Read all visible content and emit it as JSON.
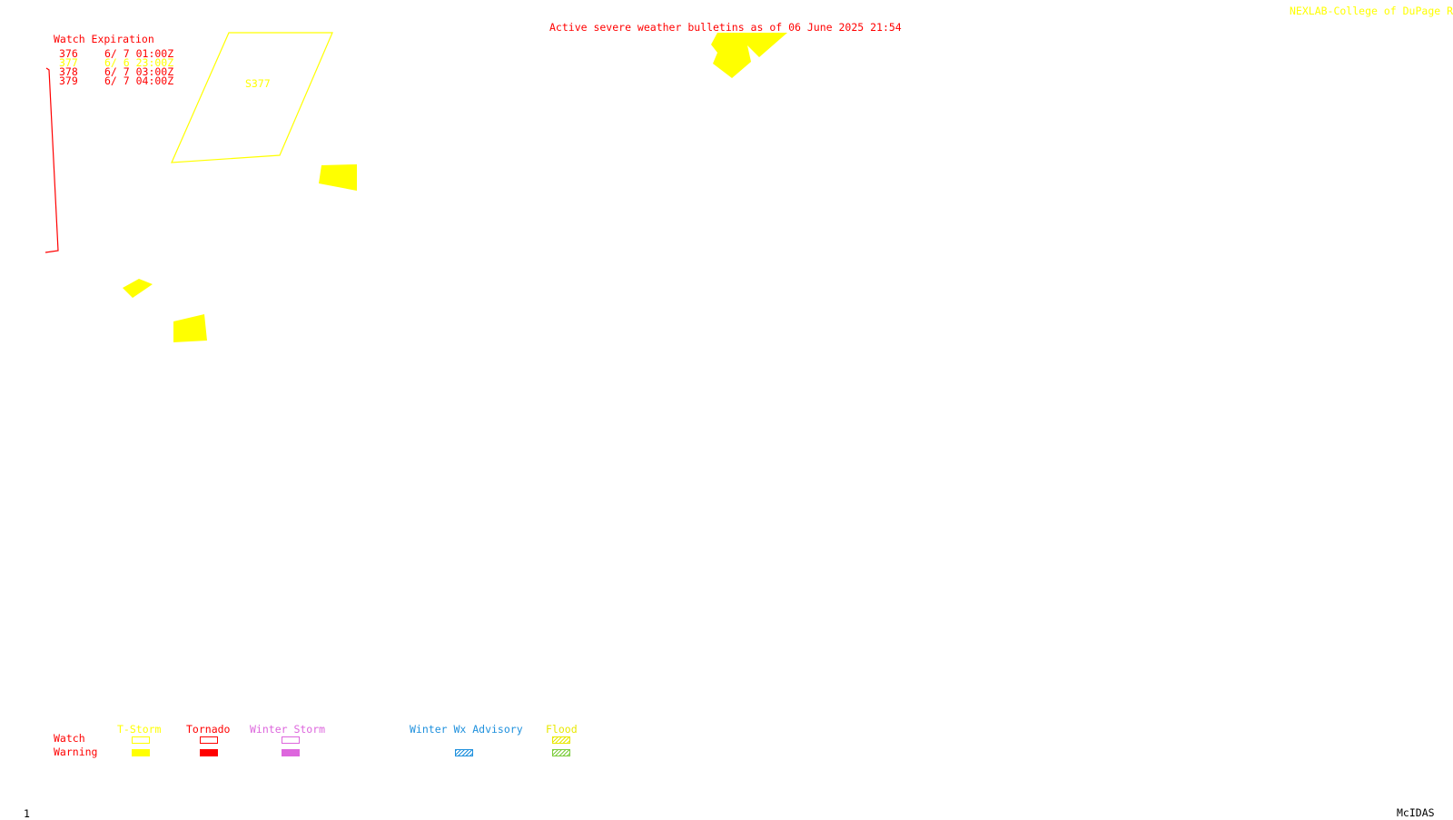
{
  "header": {
    "title": "Active severe weather bulletins as of 06 June 2025 21:54",
    "source": "NEXLAB-College of DuPage R"
  },
  "watch_table": {
    "heading": "Watch Expiration",
    "rows": [
      {
        "id": "376",
        "expiration": "6/ 7 01:00Z",
        "color": "#ff0000"
      },
      {
        "id": "377",
        "expiration": "6/ 6 23:00Z",
        "color": "#ffff00"
      },
      {
        "id": "378",
        "expiration": "6/ 7 03:00Z",
        "color": "#ff0000"
      },
      {
        "id": "379",
        "expiration": "6/ 7 04:00Z",
        "color": "#ff0000"
      }
    ]
  },
  "map": {
    "watch_label": "S377"
  },
  "legend": {
    "row_labels": {
      "watch": "Watch",
      "warning": "Warning"
    },
    "columns": [
      {
        "label": "T-Storm",
        "color": "#ffff00",
        "style": "solid"
      },
      {
        "label": "Tornado",
        "color": "#ff0000",
        "style": "solid"
      },
      {
        "label": "Winter Storm",
        "color": "#dd66dd",
        "style": "solid"
      },
      {
        "label": "Winter Wx Advisory",
        "color": "#1e90dd",
        "style": "hatched"
      },
      {
        "label": "Flood",
        "color": "#e8e800",
        "warning_color": "#7acc3a",
        "style": "hatched"
      }
    ]
  },
  "footer": {
    "frame_number": "1",
    "software": "McIDAS"
  },
  "colors": {
    "tornado": "#ff0000",
    "tstorm": "#ffff00",
    "background": "#ffffff"
  }
}
